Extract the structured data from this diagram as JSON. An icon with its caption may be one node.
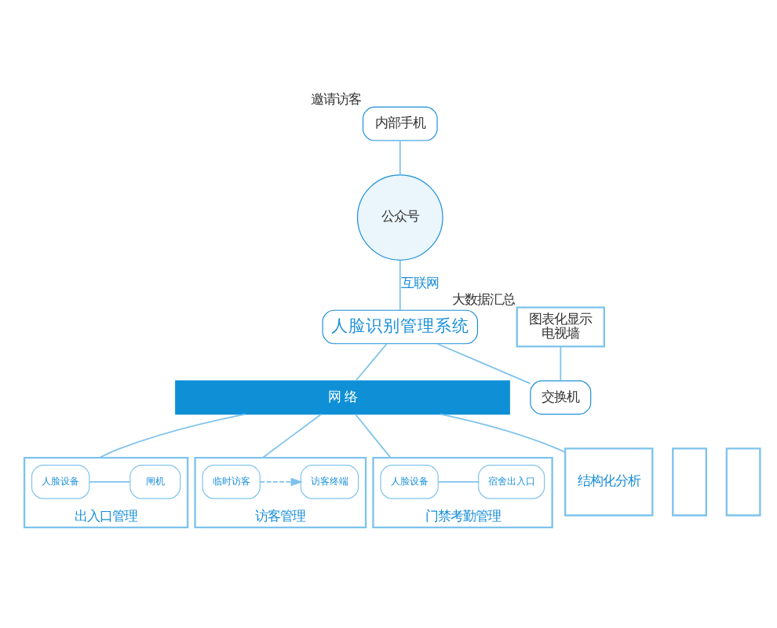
{
  "diagram": {
    "nodes": [
      {
        "text": [
          "内部手机"
        ],
        "beside": [
          "邀请访客"
        ]
      },
      {
        "text": [
          "公众号"
        ]
      },
      {
        "text": [
          "人脸识别管理系统"
        ]
      },
      {
        "text": [
          "图表化显示",
          "电视墙"
        ],
        "beside": [
          "大数据汇总"
        ]
      },
      {
        "text": [
          "交换机"
        ]
      },
      {
        "text": [
          "网 络"
        ]
      },
      {
        "text": [],
        "shape": "box"
      },
      {
        "text": [
          "出入口管理"
        ]
      },
      {
        "text": [
          "人脸设备"
        ],
        "in": 7
      },
      {
        "text": [
          "闸机"
        ],
        "in": 7
      },
      {
        "text": [
          "访客管理"
        ]
      },
      {
        "text": [
          "临时访客"
        ],
        "in": 10
      },
      {
        "text": [
          "访客终端"
        ],
        "in": 10
      },
      {
        "text": [
          "门禁考勤管理"
        ]
      },
      {
        "text": [
          "人脸设备"
        ],
        "in": 13
      },
      {
        "text": [
          "宿舍出入口"
        ],
        "in": 13
      },
      {
        "text": [
          "结构化分析"
        ]
      },
      {
        "text": [],
        "shape": "box"
      }
    ],
    "edges": [
      {
        "from": 0,
        "to": 1,
        "arrow": "none"
      },
      {
        "from": 1,
        "to": 2,
        "arrow": "none",
        "label": "互联网"
      },
      {
        "from": 2,
        "to": 4,
        "arrow": "none"
      },
      {
        "from": 3,
        "to": 4,
        "arrow": "none"
      },
      {
        "from": 2,
        "to": 5,
        "arrow": "none"
      },
      {
        "from": 5,
        "to": 7,
        "arrow": "none"
      },
      {
        "from": 5,
        "to": 10,
        "arrow": "none"
      },
      {
        "from": 5,
        "to": 13,
        "arrow": "none"
      },
      {
        "from": 5,
        "to": 16,
        "arrow": "none"
      },
      {
        "from": 8,
        "to": 9,
        "arrow": "none"
      },
      {
        "from": 11,
        "to": 12,
        "arrow": "to",
        "style": "dashed"
      },
      {
        "from": 14,
        "to": 15,
        "arrow": "none"
      }
    ]
  }
}
